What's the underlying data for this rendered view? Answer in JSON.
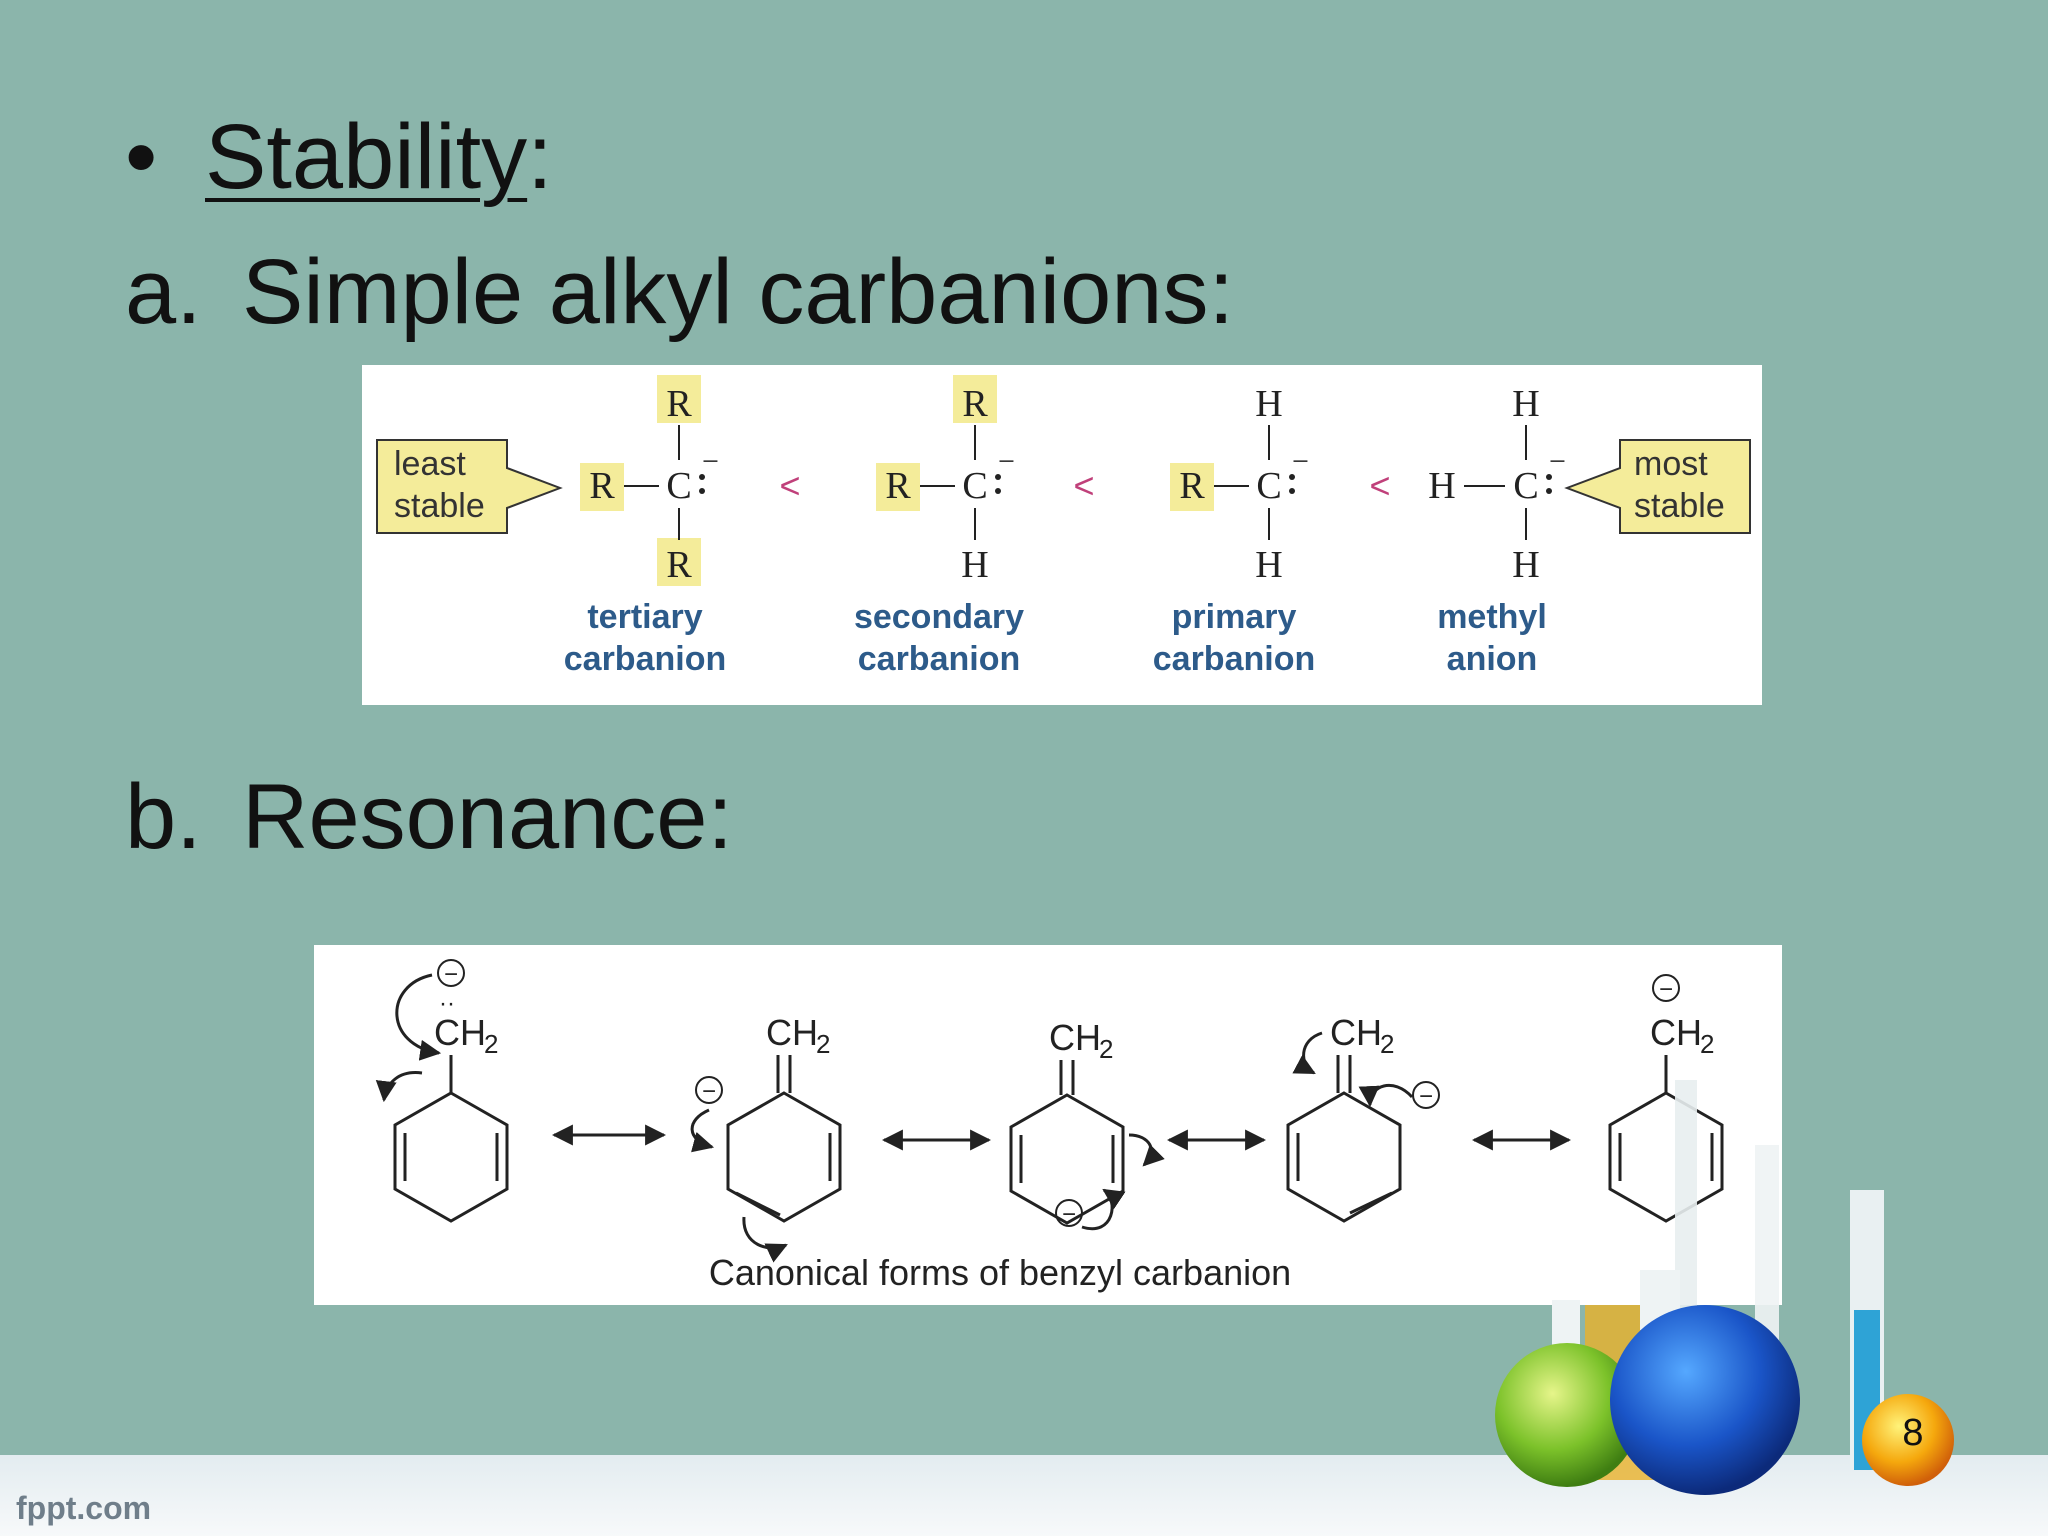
{
  "slide": {
    "heading": {
      "bullet": "•",
      "label": "Stability",
      "colon": ":"
    },
    "items": [
      {
        "marker": "a.",
        "text": "Simple alkyl carbanions:"
      },
      {
        "marker": "b.",
        "text": "Resonance:"
      }
    ],
    "page_number": "8",
    "footer_brand": "fppt.com"
  },
  "figure_alkyl": {
    "least_label": [
      "least",
      "stable"
    ],
    "most_label": [
      "most",
      "stable"
    ],
    "less_than": "<",
    "carbon": "C",
    "anion_charge": "−",
    "structures": [
      {
        "top": "R",
        "left": "R",
        "bottom": "R",
        "name": [
          "tertiary",
          "carbanion"
        ]
      },
      {
        "top": "R",
        "left": "R",
        "bottom": "H",
        "name": [
          "secondary",
          "carbanion"
        ]
      },
      {
        "top": "H",
        "left": "R",
        "bottom": "H",
        "name": [
          "primary",
          "carbanion"
        ]
      },
      {
        "top": "H",
        "left": "H",
        "bottom": "H",
        "name": [
          "methyl",
          "anion"
        ]
      }
    ],
    "highlight_color": "#f4ec9a",
    "label_color": "#2d5b8a",
    "less_than_color": "#c0407a"
  },
  "figure_resonance": {
    "group_label": "CH",
    "group_subscript": "2",
    "charge": "−",
    "lone_pair": "··",
    "caption": "Canonical forms of benzyl carbanion"
  }
}
